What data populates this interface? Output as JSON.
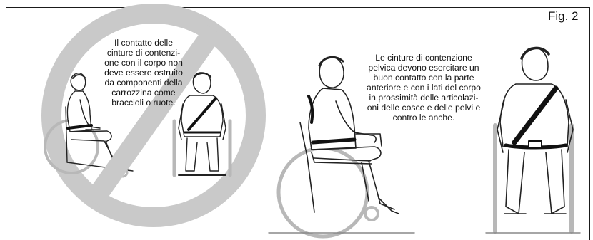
{
  "figure_label": "Fig. 2",
  "caption_left": {
    "lines": [
      "Il contatto delle",
      "cinture di contenzi-",
      "one con il corpo non",
      "deve essere ostruito",
      "da componenti della",
      "carrozzina come",
      "braccioli o ruote."
    ]
  },
  "caption_right": {
    "lines": [
      "Le cinture di contenzione",
      "pelvica devono esercitare un",
      "buon contatto con la parte",
      "anteriore e con i lati del corpo",
      "in prossimità delle articolazi-",
      "oni delle cosce e delle pelvi e",
      "contro le anche."
    ]
  },
  "colors": {
    "prohibition": "#c9c9c9",
    "frame": "#1a1a1a",
    "wheel": "#b8b8b8",
    "line_art": "#222222",
    "belt": "#111111"
  }
}
